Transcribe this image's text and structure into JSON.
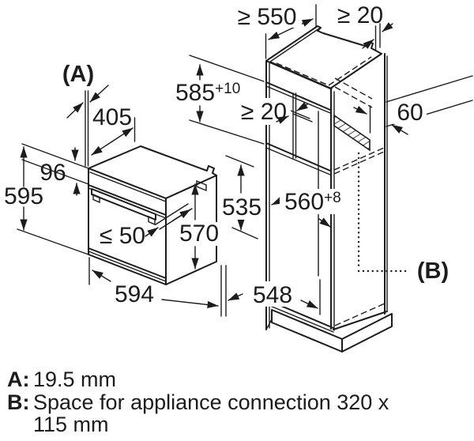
{
  "drawing": {
    "labels": {
      "a_callout": "(A)",
      "b_callout": "(B)"
    },
    "oven": {
      "top_recess_depth": "405",
      "control_panel_height": "96",
      "height": "595",
      "door_protrusion": "≤ 50",
      "front_height": "570",
      "width": "594",
      "depth": "548",
      "body_height": "535"
    },
    "cabinet": {
      "min_depth": "≥ 550",
      "top_back_gap": "≥ 20",
      "niche_height": "585",
      "niche_height_tolerance": "+10",
      "shelf_back_gap": "≥ 20",
      "connection_recess": "60",
      "niche_width": "560",
      "niche_width_tolerance": "+8"
    }
  },
  "legend": {
    "a_label": "A:",
    "a_value": "19.5 mm",
    "b_label": "B:",
    "b_value_line1": "Space for appliance connection 320 x",
    "b_value_line2": "115 mm"
  },
  "colors": {
    "line": "#1c1c1c",
    "background": "#ffffff"
  }
}
